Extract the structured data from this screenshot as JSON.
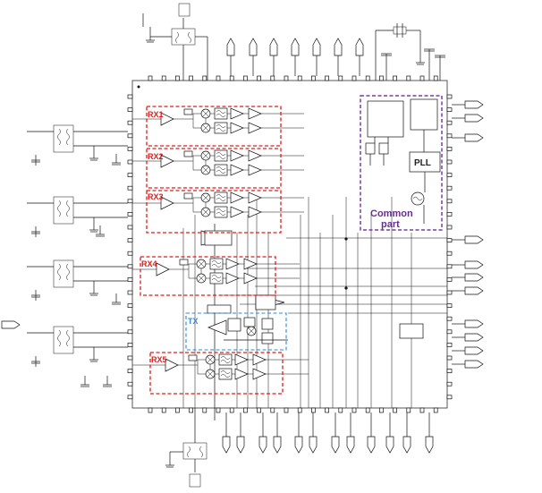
{
  "labels": {
    "rx1": "RX1",
    "rx2": "RX2",
    "rx3": "RX3",
    "rx4": "RX4",
    "rx5": "RX5",
    "tx": "TX",
    "common_part_line1": "Common",
    "common_part_line2": "part",
    "pll": "PLL"
  },
  "colors": {
    "rx_outline": "#e01c1c",
    "tx_outline": "#2d8ad8",
    "common_outline": "#7b3aa5",
    "common_text": "#6a2c91"
  }
}
